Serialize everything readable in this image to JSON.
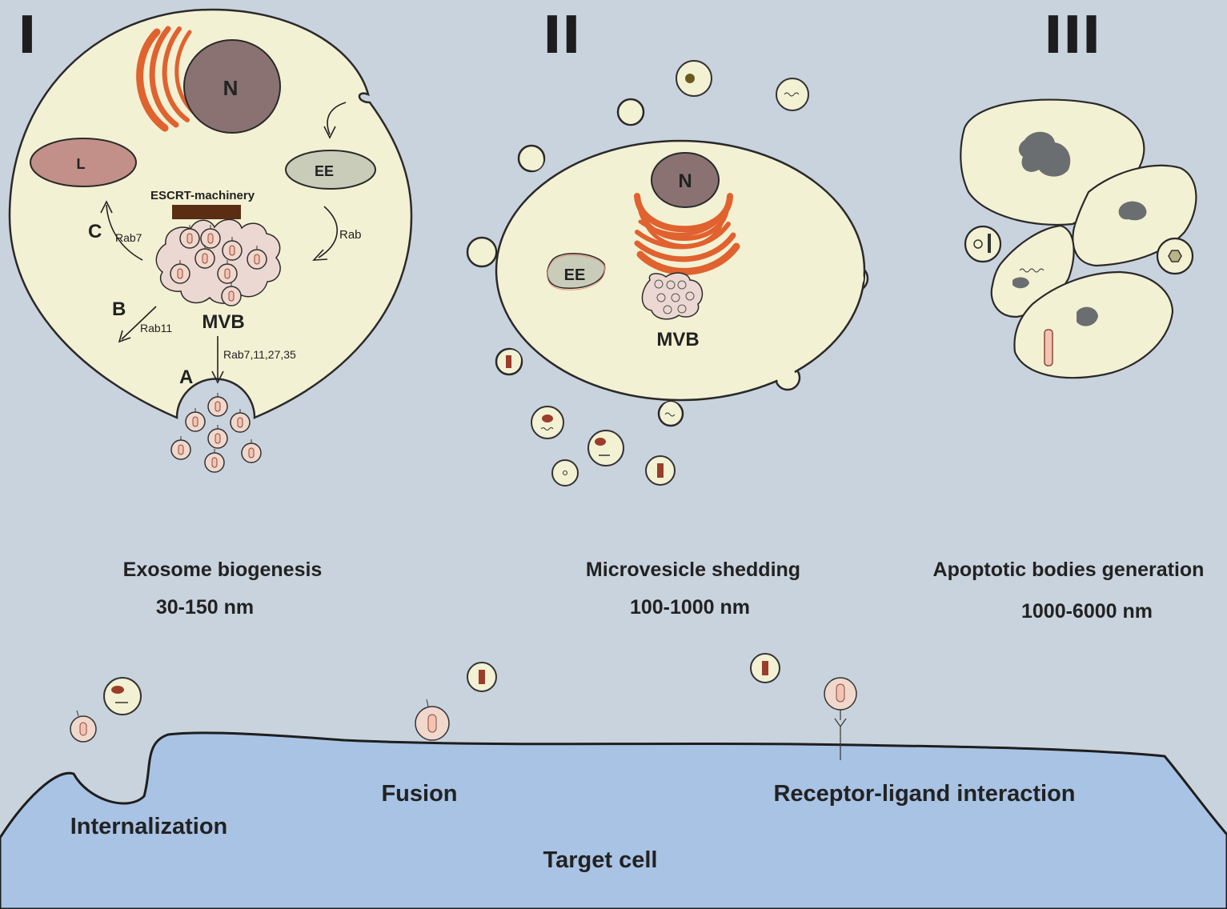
{
  "panels": {
    "p1": {
      "numeral": "I",
      "title": "Exosome biogenesis",
      "size": "30-150 nm",
      "labels": {
        "nucleus": "N",
        "lysosome": "L",
        "early_endosome": "EE",
        "escrt": "ESCRT-machinery",
        "mvb": "MVB",
        "route_a": "A",
        "route_b": "B",
        "route_c": "C",
        "rab_c": "Rab7",
        "rab_b": "Rab11",
        "rab_ee": "Rab",
        "rab_a": "Rab7,11,27,35"
      }
    },
    "p2": {
      "numeral": "II",
      "title": "Microvesicle shedding",
      "size": "100-1000 nm",
      "labels": {
        "nucleus": "N",
        "early_endosome": "EE",
        "mvb": "MVB"
      }
    },
    "p3": {
      "numeral": "III",
      "title": "Apoptotic bodies generation",
      "size": "1000-6000 nm"
    }
  },
  "target": {
    "label": "Target cell",
    "internalization": "Internalization",
    "fusion": "Fusion",
    "receptor": "Receptor-ligand interaction"
  },
  "colors": {
    "background": "#c9d3de",
    "cell_fill": "#f3f1d3",
    "nucleus": "#8a7273",
    "golgi": "#e0622f",
    "lysosome": "#c29088",
    "early_endosome": "#c8ccb9",
    "mvb": "#ecd8d2",
    "escrt": "#5b2d12",
    "vesicle_fill": "#f1d8cc",
    "cargo": "#9b3d2a",
    "target_cell": "#a8c3e4",
    "apoptotic_chromatin": "#6b6e70"
  }
}
